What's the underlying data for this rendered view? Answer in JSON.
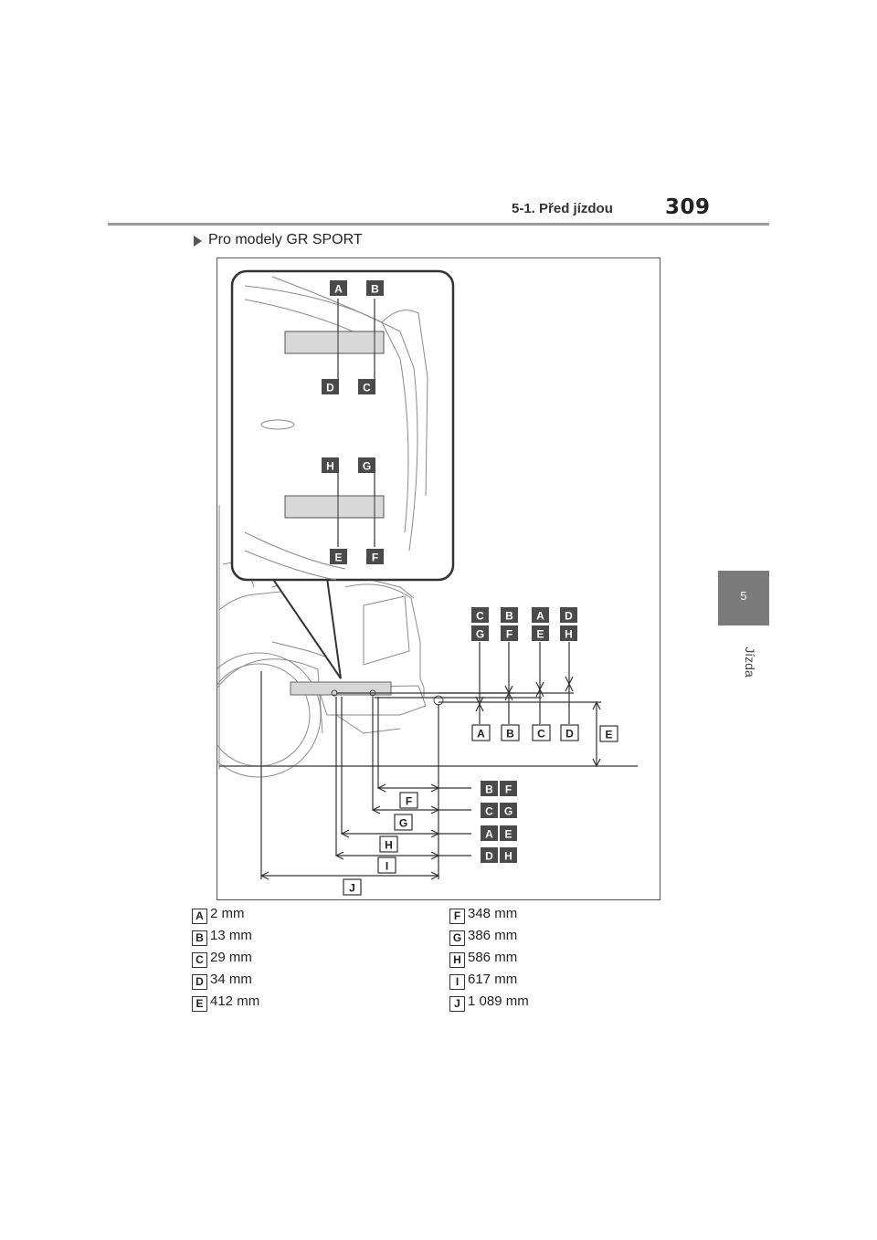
{
  "header": {
    "section_title": "5-1. Před jízdou",
    "page_number": "309"
  },
  "side_tab": {
    "number": "5",
    "label": "Jízda"
  },
  "subheading": "Pro modely GR SPORT",
  "figure": {
    "inset_labels": [
      "A",
      "B",
      "D",
      "C",
      "H",
      "G",
      "E",
      "F"
    ],
    "top_pairs": [
      [
        "C",
        "G"
      ],
      [
        "B",
        "F"
      ],
      [
        "A",
        "E"
      ],
      [
        "D",
        "H"
      ]
    ],
    "vertical_labels": [
      "A",
      "B",
      "C",
      "D",
      "E"
    ],
    "right_pairs": [
      [
        "B",
        "F"
      ],
      [
        "C",
        "G"
      ],
      [
        "A",
        "E"
      ],
      [
        "D",
        "H"
      ]
    ],
    "horizontal_labels": [
      "F",
      "G",
      "H",
      "I",
      "J"
    ]
  },
  "legend": {
    "left": [
      {
        "letter": "A",
        "value": "2 mm"
      },
      {
        "letter": "B",
        "value": "13 mm"
      },
      {
        "letter": "C",
        "value": "29 mm"
      },
      {
        "letter": "D",
        "value": "34 mm"
      },
      {
        "letter": "E",
        "value": "412 mm"
      }
    ],
    "right": [
      {
        "letter": "F",
        "value": "348 mm"
      },
      {
        "letter": "G",
        "value": "386 mm"
      },
      {
        "letter": "H",
        "value": "586 mm"
      },
      {
        "letter": "I",
        "value": "617 mm"
      },
      {
        "letter": "J",
        "value": "1 089 mm"
      }
    ]
  }
}
